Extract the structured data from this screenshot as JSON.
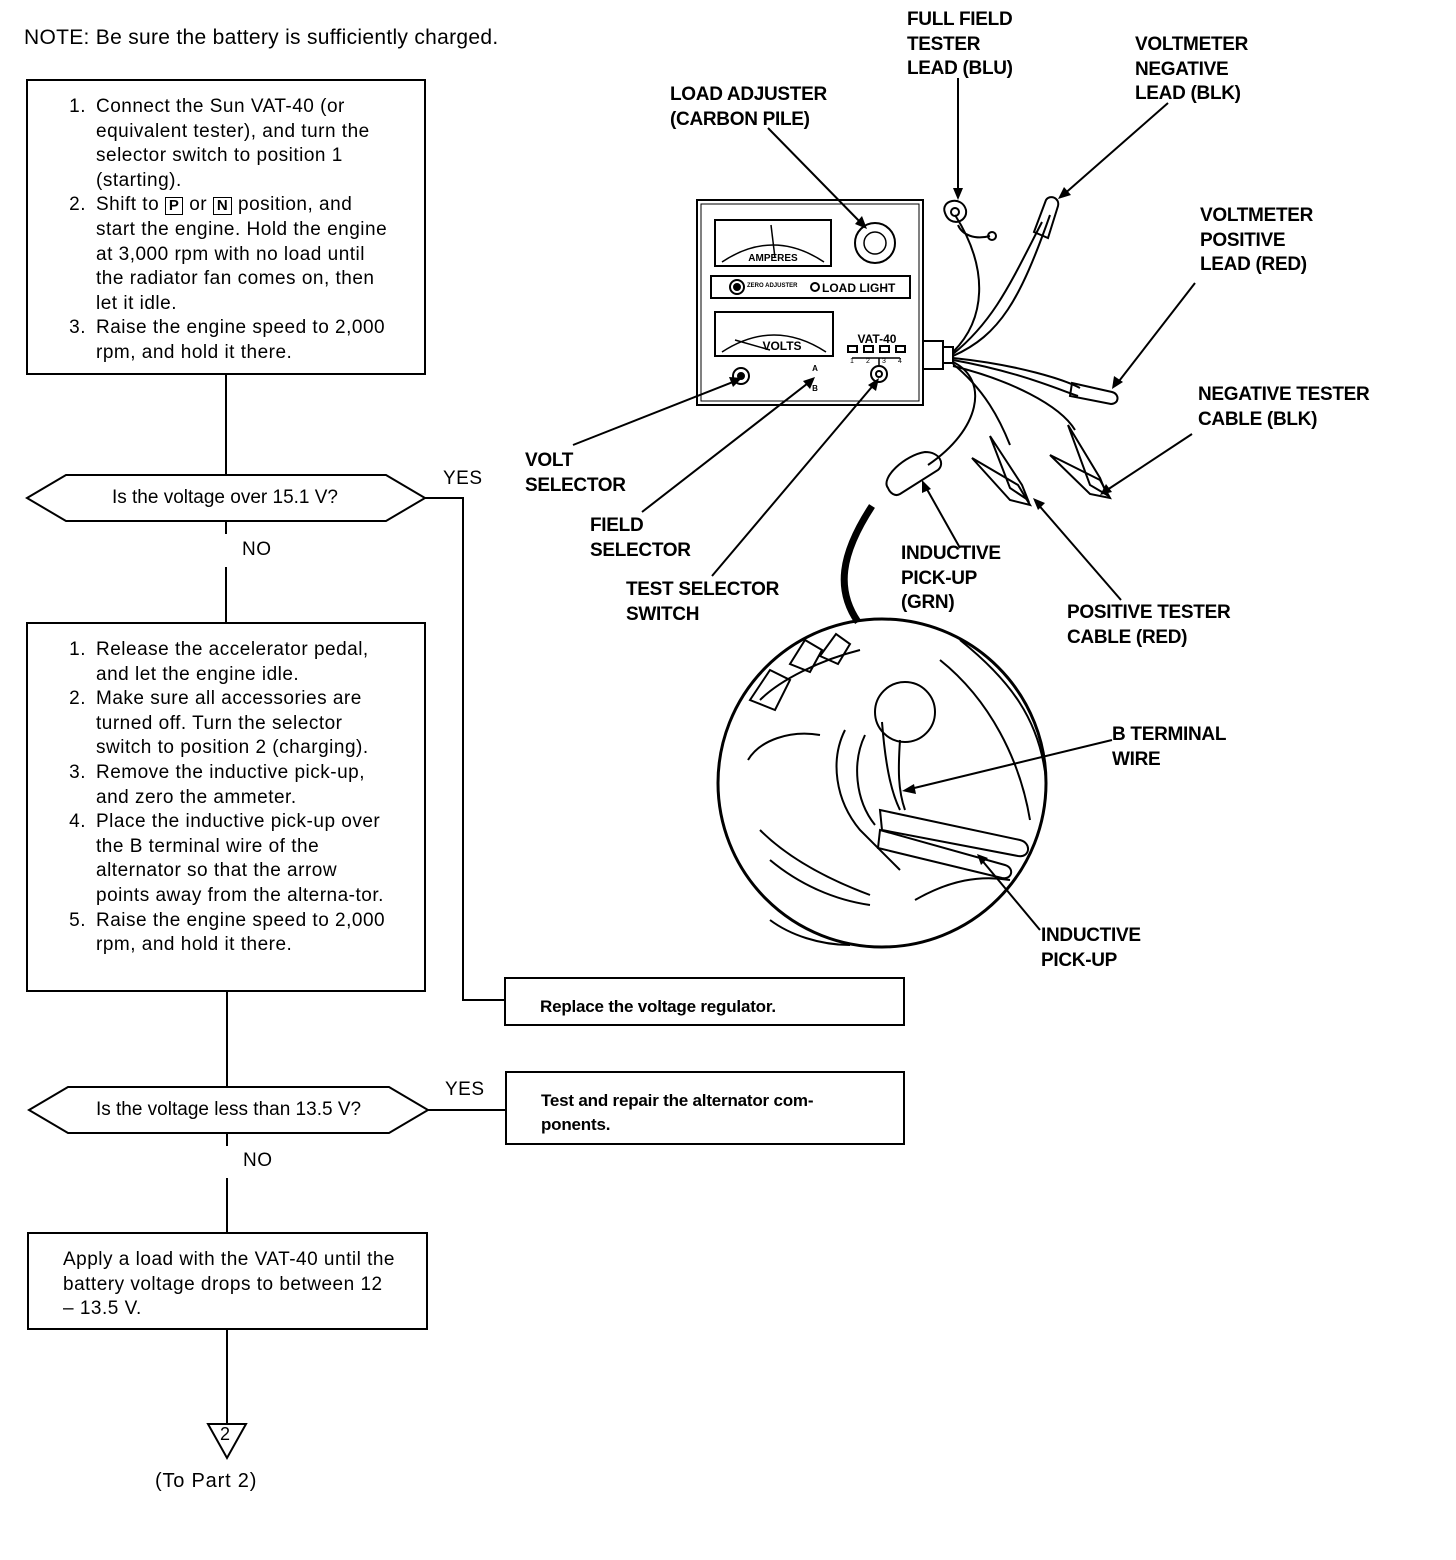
{
  "note": "NOTE:  Be sure the battery is sufficiently charged.",
  "flow": {
    "box1": {
      "steps": [
        {
          "num": "1.",
          "text": "Connect the Sun VAT-40 (or equivalent tester), and turn the selector switch to position 1 (starting)."
        },
        {
          "num": "2.",
          "pre": "Shift to ",
          "key1": "P",
          "mid": " or ",
          "key2": "N",
          "post": " position, and start the engine. Hold the engine at 3,000 rpm with no load until the radiator fan comes on, then let it idle."
        },
        {
          "num": "3.",
          "text": "Raise the engine speed to 2,000 rpm, and hold it there."
        }
      ]
    },
    "decision1": {
      "question": "Is the voltage over 15.1 V?",
      "yes": "YES",
      "no": "NO"
    },
    "result1": "Replace the voltage regulator.",
    "box2": {
      "steps": [
        {
          "num": "1.",
          "text": "Release the accelerator pedal, and let the engine idle."
        },
        {
          "num": "2.",
          "text": "Make sure all accessories are turned off. Turn the selector switch to position 2 (charging)."
        },
        {
          "num": "3.",
          "text": "Remove the inductive pick-up, and zero the ammeter."
        },
        {
          "num": "4.",
          "text": "Place the inductive pick-up over the B terminal wire of the alternator so that the arrow points away from the alterna-tor."
        },
        {
          "num": "5.",
          "text": "Raise the engine speed to 2,000 rpm, and hold it there."
        }
      ]
    },
    "decision2": {
      "question": "Is the voltage less than 13.5 V?",
      "yes": "YES",
      "no": "NO"
    },
    "result2": "Test and repair the alternator com-ponents.",
    "box3": {
      "text": "Apply a load with the VAT-40 until the battery voltage drops to between 12 – 13.5 V."
    },
    "connector": {
      "number": "2",
      "caption": "(To Part 2)"
    }
  },
  "illustration": {
    "tester": {
      "amperes": "AMPERES",
      "zero_adjuster": "ZERO ADJUSTER",
      "load_light": "LOAD LIGHT",
      "volts": "VOLTS",
      "model": "VAT-40",
      "field_positions": [
        "A",
        "B"
      ],
      "switch_positions": [
        "1",
        "2",
        "3",
        "4"
      ]
    },
    "labels": {
      "full_field": [
        "FULL FIELD",
        "TESTER",
        "LEAD (BLU)"
      ],
      "voltmeter_negative": [
        "VOLTMETER",
        "NEGATIVE",
        "LEAD (BLK)"
      ],
      "load_adjuster": [
        "LOAD ADJUSTER",
        "(CARBON PILE)"
      ],
      "voltmeter_positive": [
        "VOLTMETER",
        "POSITIVE",
        "LEAD (RED)"
      ],
      "negative_cable": [
        "NEGATIVE TESTER",
        "CABLE (BLK)"
      ],
      "volt_selector": [
        "VOLT",
        "SELECTOR"
      ],
      "field_selector": [
        "FIELD",
        "SELECTOR"
      ],
      "test_selector": [
        "TEST SELECTOR",
        "SWITCH"
      ],
      "inductive_grn": [
        "INDUCTIVE",
        "PICK-UP",
        "(GRN)"
      ],
      "positive_cable": [
        "POSITIVE TESTER",
        "CABLE (RED)"
      ],
      "b_terminal": [
        "B TERMINAL",
        "WIRE"
      ],
      "inductive_pickup": [
        "INDUCTIVE",
        "PICK-UP"
      ]
    }
  }
}
